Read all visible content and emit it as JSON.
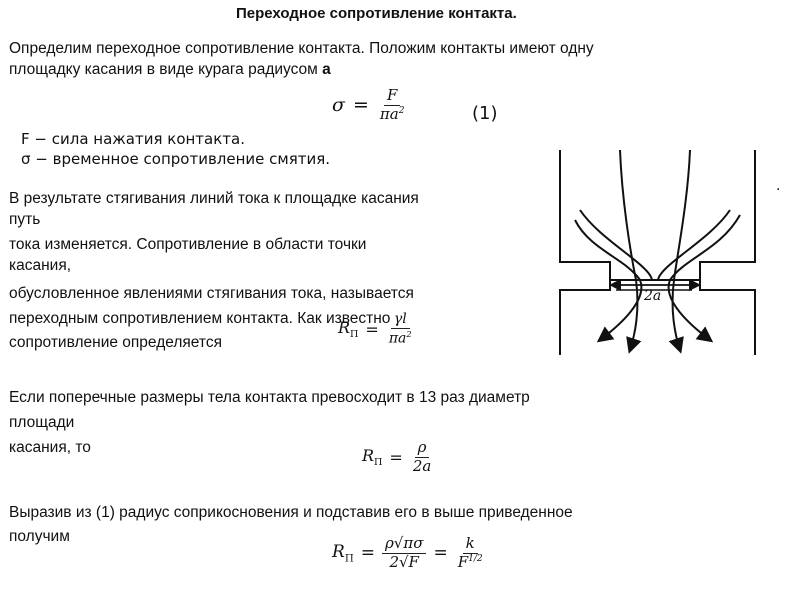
{
  "slide": {
    "title": "Переходное сопротивление контакта.",
    "intro_line1": "Определим переходное сопротивление контакта. Положим контакты имеют одну",
    "intro_line2": " площадку касания в виде курага радиусом",
    "intro_bold": "а",
    "eq1": {
      "lhs": "σ",
      "eq": "=",
      "num": "F",
      "den": "πa",
      "den_sup": "2",
      "label": "(1)"
    },
    "legend_F": "F − сила нажатия контакта.",
    "legend_sigma": "σ − временное сопротивление смятия.",
    "para2": [
      "В результате стягивания линий тока к площадке касания",
      "путь",
      "тока изменяется. Сопротивление в области точки",
      "касания,",
      "обусловленное явлениями стягивания  тока, называется",
      "переходным сопротивлением контакта. Как известно",
      "сопротивление определяется"
    ],
    "eq2": {
      "lhs": "R",
      "lhs_sub": "П",
      "eq": "=",
      "num": "γl",
      "den": "πa",
      "den_sup": "2"
    },
    "para3_line1": "Если поперечные размеры тела контакта превосходит в 13 раз диаметр",
    "para3_line2": "площади",
    "para3_line3": " касания, то",
    "eq3": {
      "lhs": "R",
      "lhs_sub": "П",
      "eq": "=",
      "num": "ρ",
      "den": "2a"
    },
    "para4_line1": "Выразив из (1) радиус соприкосновения и подставив его в выше приведенное",
    "para4_line2": "получим",
    "eq4": {
      "lhs": "R",
      "lhs_sub": "П",
      "eq": "=",
      "num1": "ρ√πσ",
      "den1": "2√F",
      "eq2": "=",
      "num2": "k",
      "den2": "F",
      "den2_sup": "1/2"
    },
    "figure_label": "2a",
    "dot": "."
  }
}
